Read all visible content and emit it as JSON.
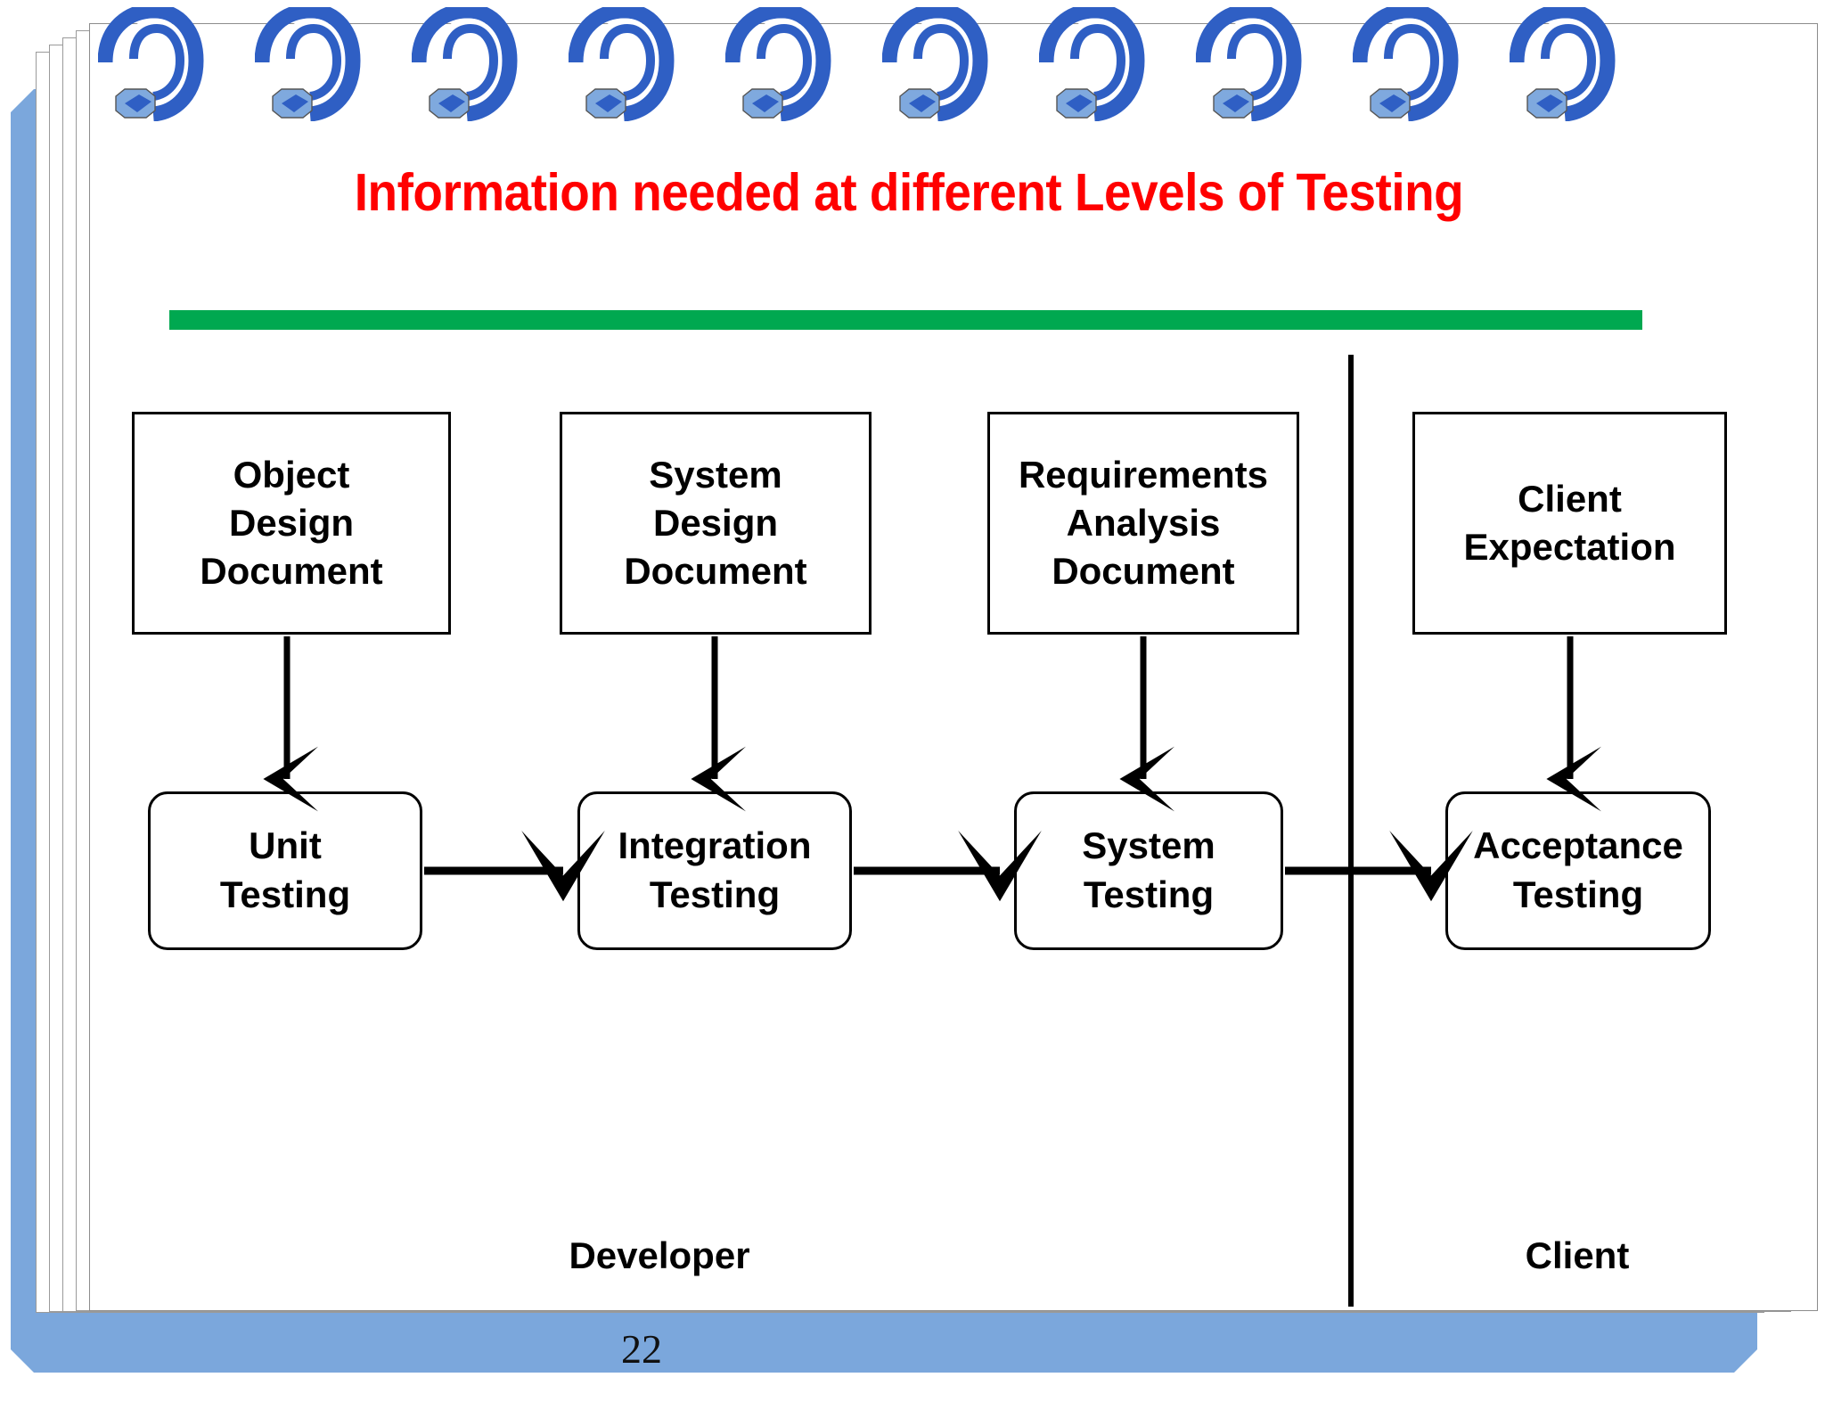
{
  "slide": {
    "title": "Information needed at different Levels of Testing",
    "page_number": "22",
    "accent_colors": {
      "title_red": "#FF0000",
      "rule_green": "#00A850",
      "binder_blue": "#7BA7DC",
      "ring_blue": "#2F5FC4",
      "ring_blue_light": "#7FA9DE"
    }
  },
  "diagram": {
    "type": "flow",
    "artifact_boxes": [
      {
        "id": "object-design-document",
        "lines": [
          "Object",
          "Design",
          "Document"
        ]
      },
      {
        "id": "system-design-document",
        "lines": [
          "System",
          "Design",
          "Document"
        ]
      },
      {
        "id": "requirements-analysis-document",
        "lines": [
          "Requirements",
          "Analysis",
          "Document"
        ]
      },
      {
        "id": "client-expectation",
        "lines": [
          "Client",
          "Expectation"
        ]
      }
    ],
    "testing_boxes": [
      {
        "id": "unit-testing",
        "lines": [
          "Unit",
          "Testing"
        ]
      },
      {
        "id": "integration-testing",
        "lines": [
          "Integration",
          "Testing"
        ]
      },
      {
        "id": "system-testing",
        "lines": [
          "System",
          "Testing"
        ]
      },
      {
        "id": "acceptance-testing",
        "lines": [
          "Acceptance",
          "Testing"
        ]
      }
    ],
    "role_labels": [
      {
        "id": "developer",
        "label": "Developer"
      },
      {
        "id": "client",
        "label": "Client"
      }
    ],
    "flow_order": [
      "Unit Testing",
      "Integration Testing",
      "System Testing",
      "Acceptance Testing"
    ],
    "mappings": [
      {
        "from": "Object Design Document",
        "to": "Unit Testing"
      },
      {
        "from": "System Design Document",
        "to": "Integration Testing"
      },
      {
        "from": "Requirements Analysis Document",
        "to": "System Testing"
      },
      {
        "from": "Client Expectation",
        "to": "Acceptance Testing"
      }
    ],
    "divider_note": "vertical line separating Developer side from Client side"
  },
  "rings": {
    "count": 10,
    "icon": "spiral-binding-ring"
  }
}
